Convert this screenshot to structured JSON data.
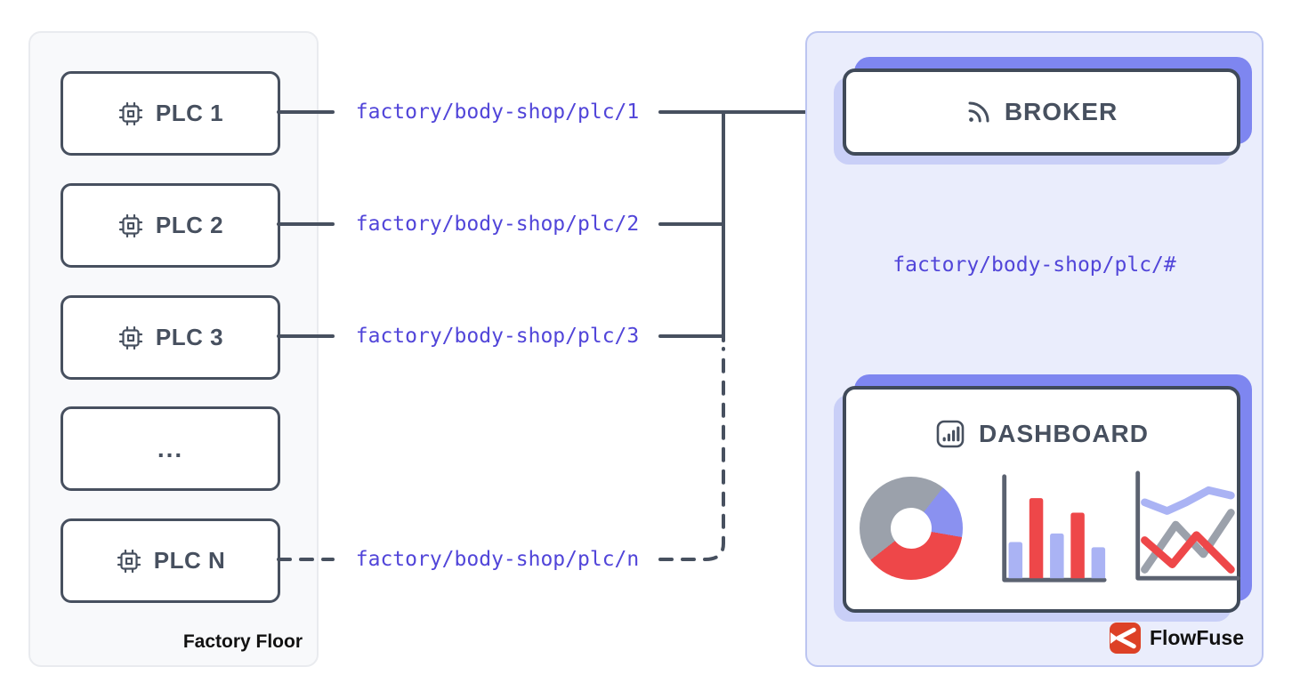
{
  "colors": {
    "stroke_slate": "#47505f",
    "box_border": "#404a59",
    "axis_gray": "#5b6270",
    "topic_purple": "#5145d9",
    "panel_left_bg": "#f8f9fb",
    "panel_left_border": "#e9ebef",
    "panel_right_bg": "#eaedfc",
    "panel_right_border": "#bcc5f1",
    "shadow_solid": "#7e86f0",
    "shadow_light": "#c9cff7",
    "chart_red": "#ee4749",
    "chart_blue": "#8a91f0",
    "chart_blue_light": "#aab3f4",
    "chart_gray": "#9ba1ab",
    "brand_red": "#dd4126",
    "text_black": "#111111"
  },
  "factory_floor": {
    "panel_label": "Factory Floor",
    "nodes": [
      {
        "label": "PLC 1",
        "icon": "cpu-icon"
      },
      {
        "label": "PLC 2",
        "icon": "cpu-icon"
      },
      {
        "label": "PLC 3",
        "icon": "cpu-icon"
      },
      {
        "label": "...",
        "icon": ""
      },
      {
        "label": "PLC N",
        "icon": "cpu-icon"
      }
    ]
  },
  "topics": {
    "plc1": "factory/body-shop/plc/1",
    "plc2": "factory/body-shop/plc/2",
    "plc3": "factory/body-shop/plc/3",
    "plcn": "factory/body-shop/plc/n",
    "wildcard": "factory/body-shop/plc/#"
  },
  "cloud": {
    "broker_label": "BROKER",
    "broker_icon": "broadcast-icon",
    "dashboard_label": "DASHBOARD",
    "dashboard_icon": "chart-bar-icon",
    "brand_label": "FlowFuse"
  },
  "dashboard_charts": {
    "donut": {
      "type": "donut",
      "segments": [
        {
          "color": "chart_gray",
          "deg": 38
        },
        {
          "color": "chart_blue",
          "deg": 62
        },
        {
          "color": "chart_red",
          "deg": 132
        },
        {
          "color": "chart_gray",
          "deg": 128
        }
      ]
    },
    "bars": {
      "type": "bar",
      "values": [
        42,
        93,
        52,
        76,
        36
      ],
      "colors": [
        "chart_blue_light",
        "chart_red",
        "chart_blue_light",
        "chart_red",
        "chart_blue_light"
      ]
    },
    "lines": {
      "type": "line",
      "series": [
        {
          "color": "chart_blue_light",
          "points": [
            [
              18,
              40
            ],
            [
              44,
              50
            ],
            [
              66,
              40
            ],
            [
              92,
              26
            ],
            [
              118,
              32
            ]
          ]
        },
        {
          "color": "chart_gray",
          "points": [
            [
              18,
              118
            ],
            [
              54,
              66
            ],
            [
              86,
              100
            ],
            [
              118,
              52
            ]
          ]
        },
        {
          "color": "chart_red",
          "points": [
            [
              18,
              84
            ],
            [
              50,
              112
            ],
            [
              78,
              78
            ],
            [
              118,
              118
            ]
          ]
        }
      ]
    }
  }
}
